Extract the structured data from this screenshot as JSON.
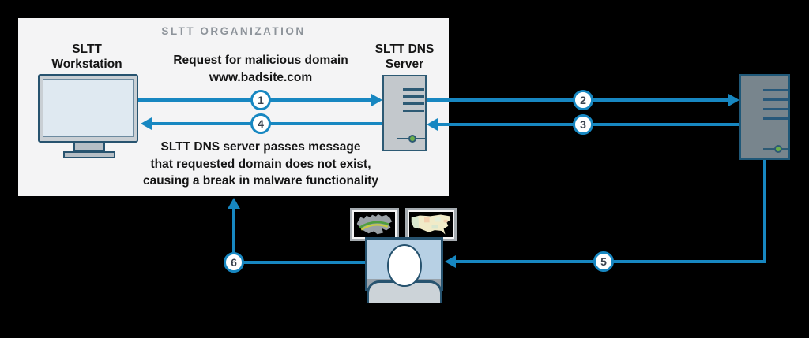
{
  "org_box": {
    "title": "SLTT ORGANIZATION"
  },
  "nodes": {
    "workstation": {
      "label": "SLTT\nWorkstation",
      "icon": "desktop-monitor-icon"
    },
    "dns_server": {
      "label": "SLTT DNS\nServer",
      "icon": "server-tower-icon"
    },
    "remote_server": {
      "icon": "server-tower-icon"
    },
    "analyst": {
      "icon": "person-at-monitor-icon",
      "screens": [
        "world-map-screen-icon",
        "us-map-screen-icon"
      ]
    }
  },
  "messages": {
    "request": "Request for malicious domain\nwww.badsite.com",
    "response": "SLTT DNS server passes message\nthat requested domain does not exist,\ncausing a break in malware functionality"
  },
  "steps": [
    "1",
    "2",
    "3",
    "4",
    "5",
    "6"
  ],
  "colors": {
    "background": "#000000",
    "arrow_blue": "#1787c1",
    "icon_outline": "#27536f",
    "org_box_bg": "#f4f4f5",
    "org_title_gray": "#8d939a",
    "step_number": "#39424e",
    "led_green": "#6caf4a",
    "dns_server_body": "#c3c8cc",
    "remote_server_body": "#78858d",
    "workstation_screen": "#dfe9f1",
    "analyst_screen": "#b7d0e4"
  }
}
